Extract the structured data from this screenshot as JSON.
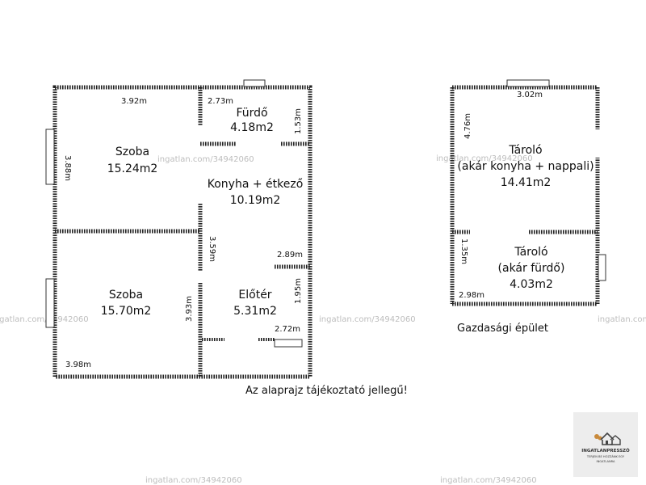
{
  "watermark": "ingatlan.com/34942060",
  "house": {
    "rooms": [
      {
        "name": "Fürdő",
        "area": "4.18m2"
      },
      {
        "name": "Szoba",
        "area": "15.24m2"
      },
      {
        "name": "Konyha + étkező",
        "area": "10.19m2"
      },
      {
        "name": "Szoba",
        "area": "15.70m2"
      },
      {
        "name": "Előtér",
        "area": "5.31m2"
      }
    ],
    "dims": [
      "3.92m",
      "2.73m",
      "1.53m",
      "3.88m",
      "3.59m",
      "2.89m",
      "1.95m",
      "3.93m",
      "2.72m",
      "3.98m"
    ]
  },
  "outbuilding": {
    "rooms": [
      {
        "name": "Tároló",
        "note": "(akár konyha + nappali)",
        "area": "14.41m2"
      },
      {
        "name": "Tároló",
        "note": "(akár fürdő)",
        "area": "4.03m2"
      }
    ],
    "dims": [
      "3.02m",
      "4.76m",
      "1.35m",
      "2.98m"
    ],
    "label": "Gazdasági épület"
  },
  "disclaimer": "Az alaprajz tájékoztató jellegű!",
  "logo": {
    "name": "INGATLANPRESSZÓ",
    "tagline_1": "TERJEN BE HOZZÁNK EGY",
    "tagline_2": "INGATLANRA"
  }
}
